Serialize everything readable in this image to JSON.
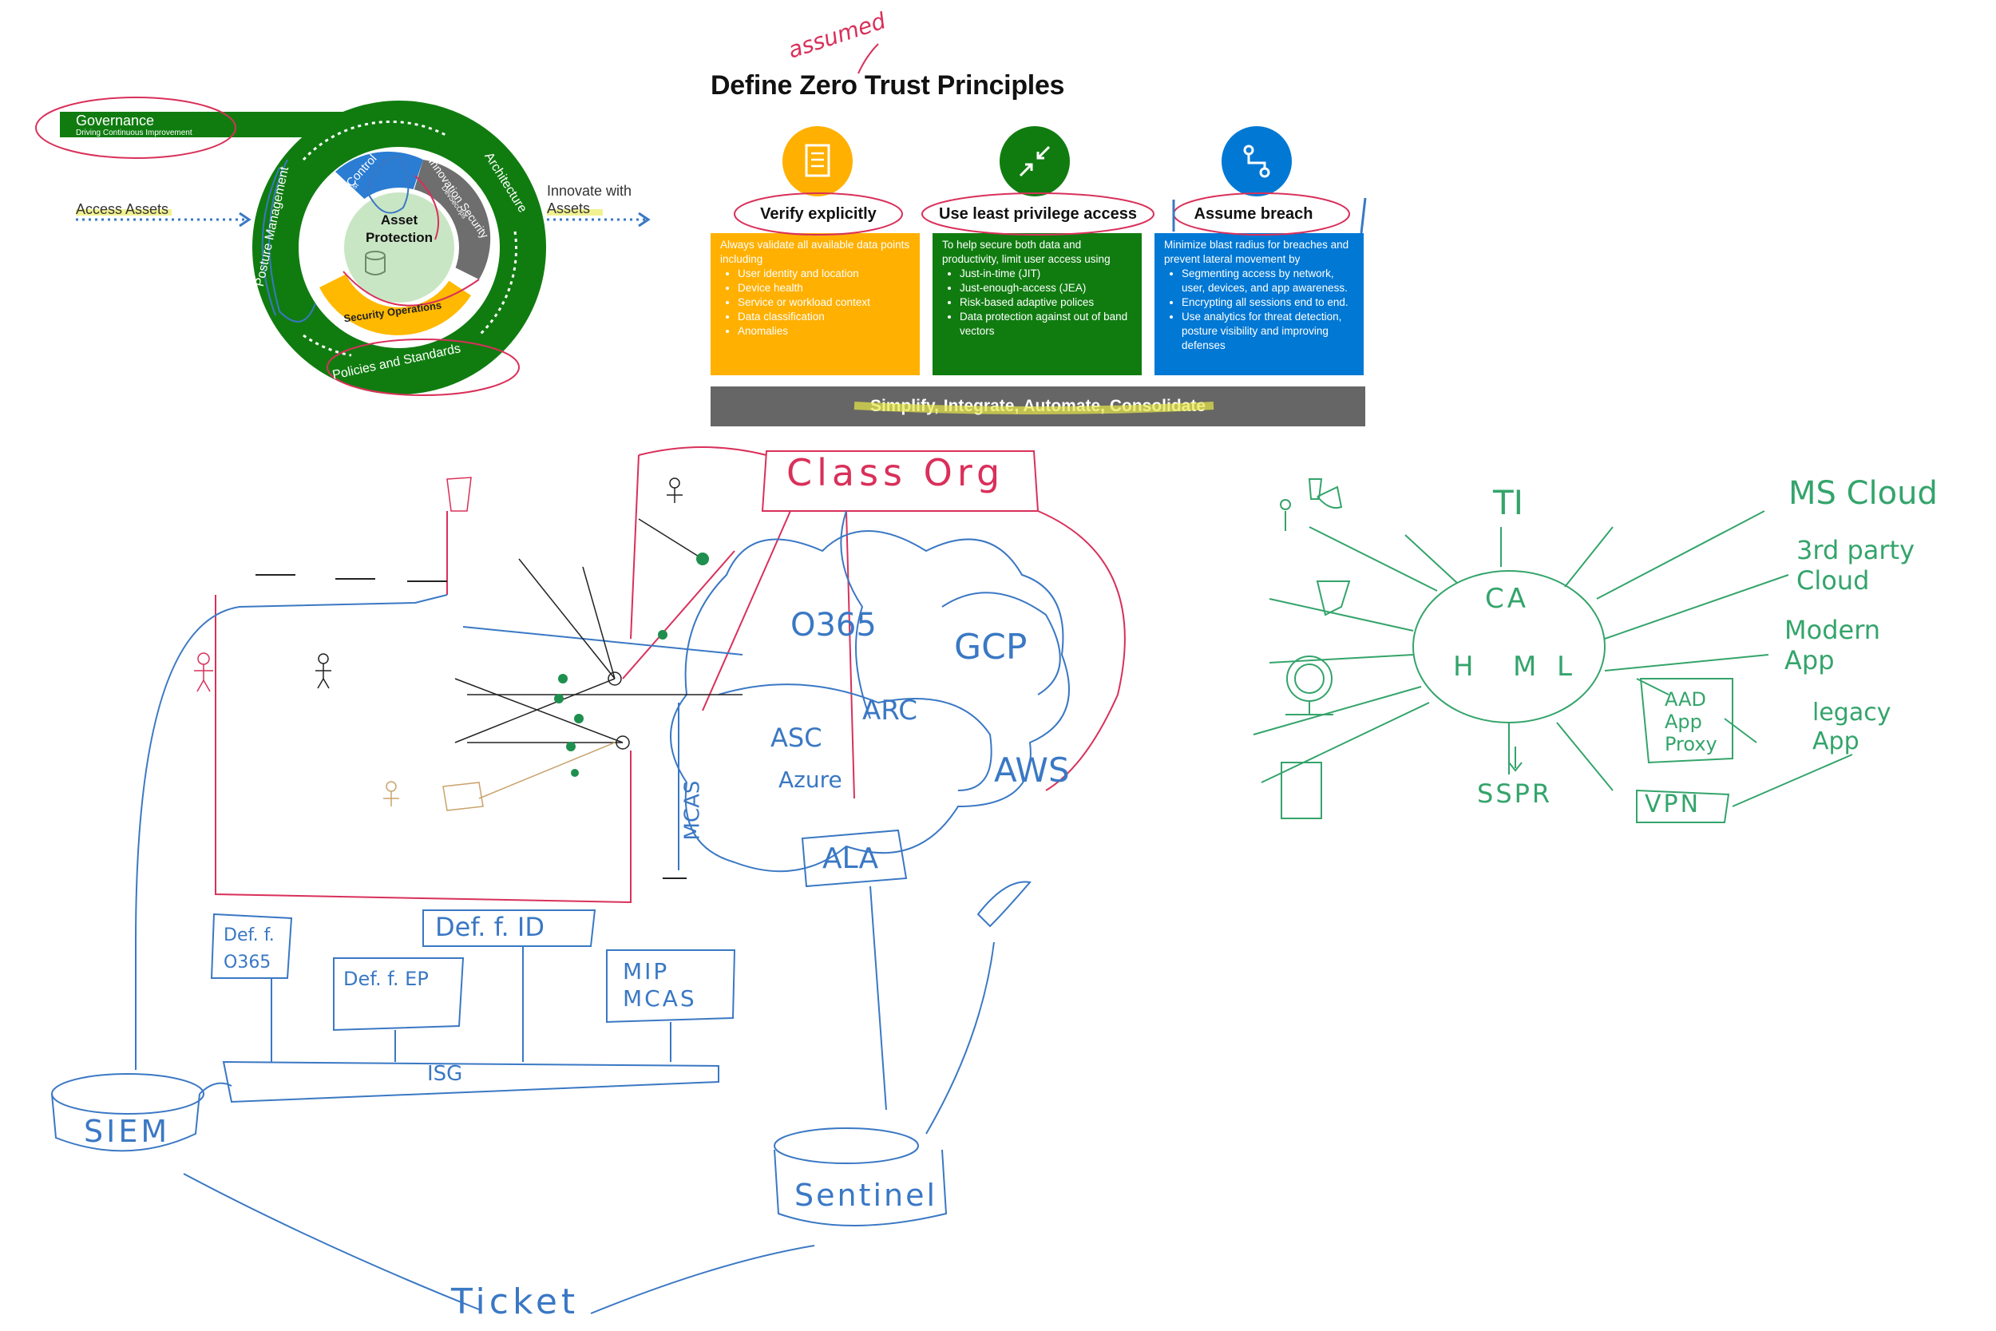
{
  "header": {
    "title": "Define Zero Trust Principles",
    "annotation": "assumed"
  },
  "principles": [
    {
      "label": "Verify explicitly",
      "icon": "checklist-icon",
      "color": "#FFB000",
      "intro": "Always validate all available data points including",
      "bullets": [
        "User identity and location",
        "Device health",
        "Service or workload context",
        "Data classification",
        "Anomalies"
      ]
    },
    {
      "label": "Use least privilege access",
      "icon": "arrows-inward-icon",
      "color": "#107C10",
      "intro": "To help secure both data and productivity, limit user access using",
      "bullets": [
        "Just-in-time (JIT)",
        "Just-enough-access (JEA)",
        "Risk-based adaptive polices",
        "Data protection against out of band vectors"
      ]
    },
    {
      "label": "Assume breach",
      "icon": "network-icon",
      "color": "#0078D4",
      "intro": "Minimize blast radius for breaches and prevent lateral movement by",
      "bullets": [
        "Segmenting access by network, user, devices, and app awareness.",
        "Encrypting all sessions end to end.",
        "Use analytics for threat detection, posture visibility and improving defenses"
      ]
    }
  ],
  "footer_bar": "Simplify, Integrate, Automate, Consolidate",
  "wheel": {
    "governance": "Governance",
    "governance_sub": "Driving Continuous Improvement",
    "access_assets": "Access Assets",
    "innovate": "Innovate with Assets",
    "architecture": "Architecture",
    "posture": "Posture Management",
    "policies": "Policies and Standards",
    "access_control": "Access Control",
    "access_control_sub": "Zero Trust",
    "innovation": "Innovation Security",
    "innovation_sub": "DevSecOps",
    "secops": "Security Operations",
    "center": "Asset Protection"
  },
  "sketch_left": {
    "class_org": "Class Org",
    "clouds": [
      "O365",
      "GCP",
      "ARC",
      "ASC",
      "Azure",
      "AWS",
      "MCAS",
      "ALA"
    ],
    "defender_boxes": [
      "Def. f. O365",
      "Def. f. ID",
      "Def. f. EP",
      "MIP MCAS"
    ],
    "isg": "ISG",
    "siem": "SIEM",
    "sentinel": "Sentinel",
    "ticket": "Ticket"
  },
  "sketch_right": {
    "hub": [
      "CA",
      "H",
      "M",
      "L"
    ],
    "spokes": [
      "TI",
      "MS Cloud",
      "3rd party Cloud",
      "Modern App",
      "AAD App Proxy",
      "legacy App",
      "VPN",
      "SSPR"
    ]
  },
  "colors": {
    "pen_blue": "#3A78C4",
    "pen_red": "#D9305A",
    "pen_green": "#34A46B",
    "pen_black": "#222222",
    "highlight": "#E8E84A"
  }
}
